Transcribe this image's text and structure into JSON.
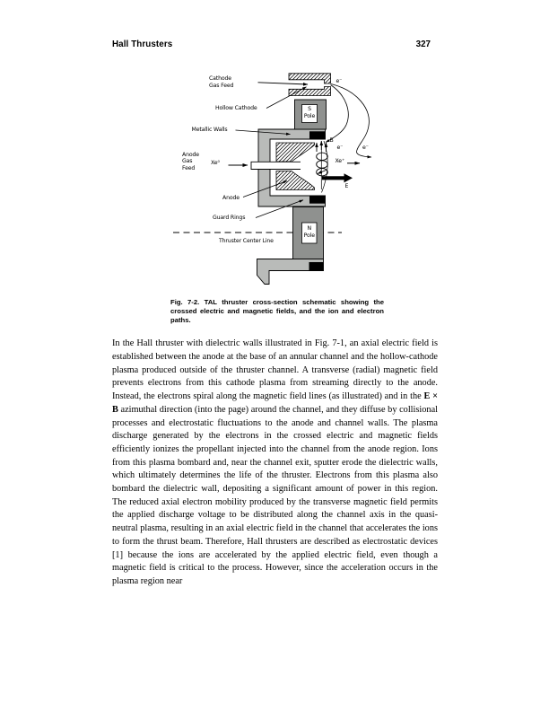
{
  "header": {
    "title": "Hall Thrusters",
    "page_number": "327"
  },
  "figure": {
    "labels": {
      "cathode_gas_feed": "Cathode\nGas Feed",
      "hollow_cathode": "Hollow Cathode",
      "metallic_walls": "Metallic Walls",
      "anode_gas_feed": "Anode\nGas\nFeed",
      "xe_neutral": "Xe⁰",
      "anode": "Anode",
      "guard_rings": "Guard Rings",
      "thruster_center_line": "Thruster Center Line",
      "s_pole": "S\nPole",
      "n_pole": "N\nPole",
      "b_field": "B",
      "e_field": "E",
      "xe_ion": "Xe⁺",
      "electron_1": "e⁻",
      "electron_2": "e⁻",
      "electron_3": "e⁻"
    },
    "caption": "Fig. 7-2. TAL thruster cross-section schematic showing the crossed electric and magnetic fields, and the ion and electron paths.",
    "colors": {
      "wall_gray": "#b9bbb9",
      "pole_gray": "#8f918f",
      "ink": "#000000",
      "paper": "#ffffff"
    }
  },
  "body": {
    "para_before": "In the Hall thruster with dielectric walls illustrated in Fig. 7-1, an axial electric field is established between the anode at the base of an annular channel and the hollow-cathode plasma produced outside of the thruster channel. A transverse (radial) magnetic field prevents electrons from this cathode plasma from streaming directly to the anode. Instead, the electrons spiral along the magnetic field lines (as illustrated) and in the ",
    "para_bold": "E × B",
    "para_after": " azimuthal direction (into the page) around the channel, and they diffuse by collisional processes and electrostatic fluctuations to the anode and channel walls. The plasma discharge generated by the electrons in the crossed electric and magnetic fields efficiently ionizes the propellant injected into the channel from the anode region. Ions from this plasma bombard and, near the channel exit, sputter erode the dielectric walls, which ultimately determines the life of the thruster. Electrons from this plasma also bombard the dielectric wall, depositing a significant amount of power in this region. The reduced axial electron mobility produced by the transverse magnetic field permits the applied discharge voltage to be distributed along the channel axis in the quasi-neutral plasma, resulting in an axial electric field in the channel that accelerates the ions to form the thrust beam. Therefore, Hall thrusters are described as electrostatic devices [1] because the ions are accelerated by the applied electric field, even though a magnetic field is critical to the process. However, since the acceleration occurs in the plasma region near"
  }
}
